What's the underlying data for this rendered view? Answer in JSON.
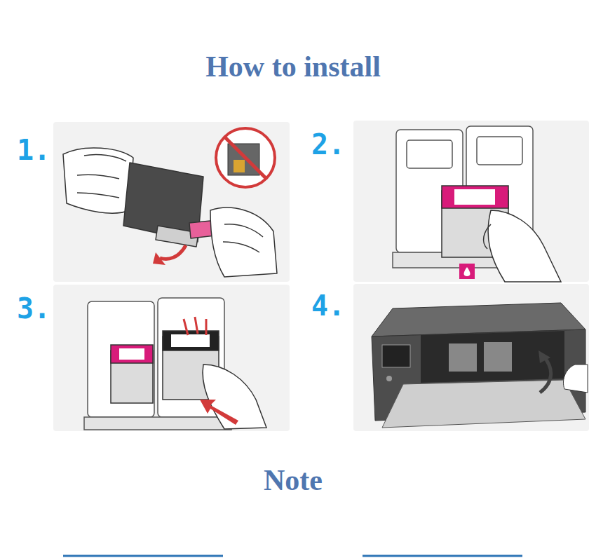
{
  "diagram": {
    "title": "How to install",
    "labels": [
      "1.",
      "2.",
      "3.",
      "4.",
      "Note"
    ]
  }
}
